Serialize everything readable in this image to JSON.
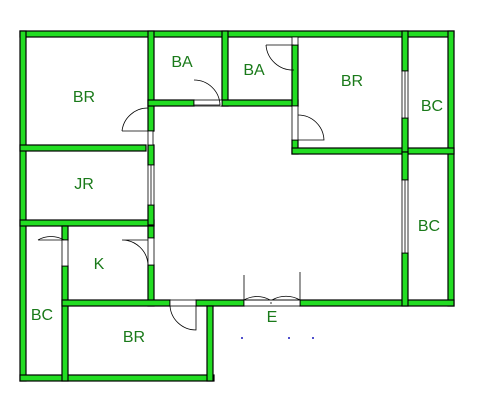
{
  "plan": {
    "wall_color": "#22dd22",
    "label_color": "#1a7a1a",
    "rooms": [
      {
        "id": "br-top-left",
        "label": "BR"
      },
      {
        "id": "ba-left",
        "label": "BA"
      },
      {
        "id": "ba-right",
        "label": "BA"
      },
      {
        "id": "br-top-right",
        "label": "BR"
      },
      {
        "id": "bc-right-top",
        "label": "BC"
      },
      {
        "id": "jr",
        "label": "JR"
      },
      {
        "id": "bc-right-bottom",
        "label": "BC"
      },
      {
        "id": "k",
        "label": "K"
      },
      {
        "id": "bc-left",
        "label": "BC"
      },
      {
        "id": "br-bottom",
        "label": "BR"
      },
      {
        "id": "entrance",
        "label": "E"
      }
    ]
  }
}
